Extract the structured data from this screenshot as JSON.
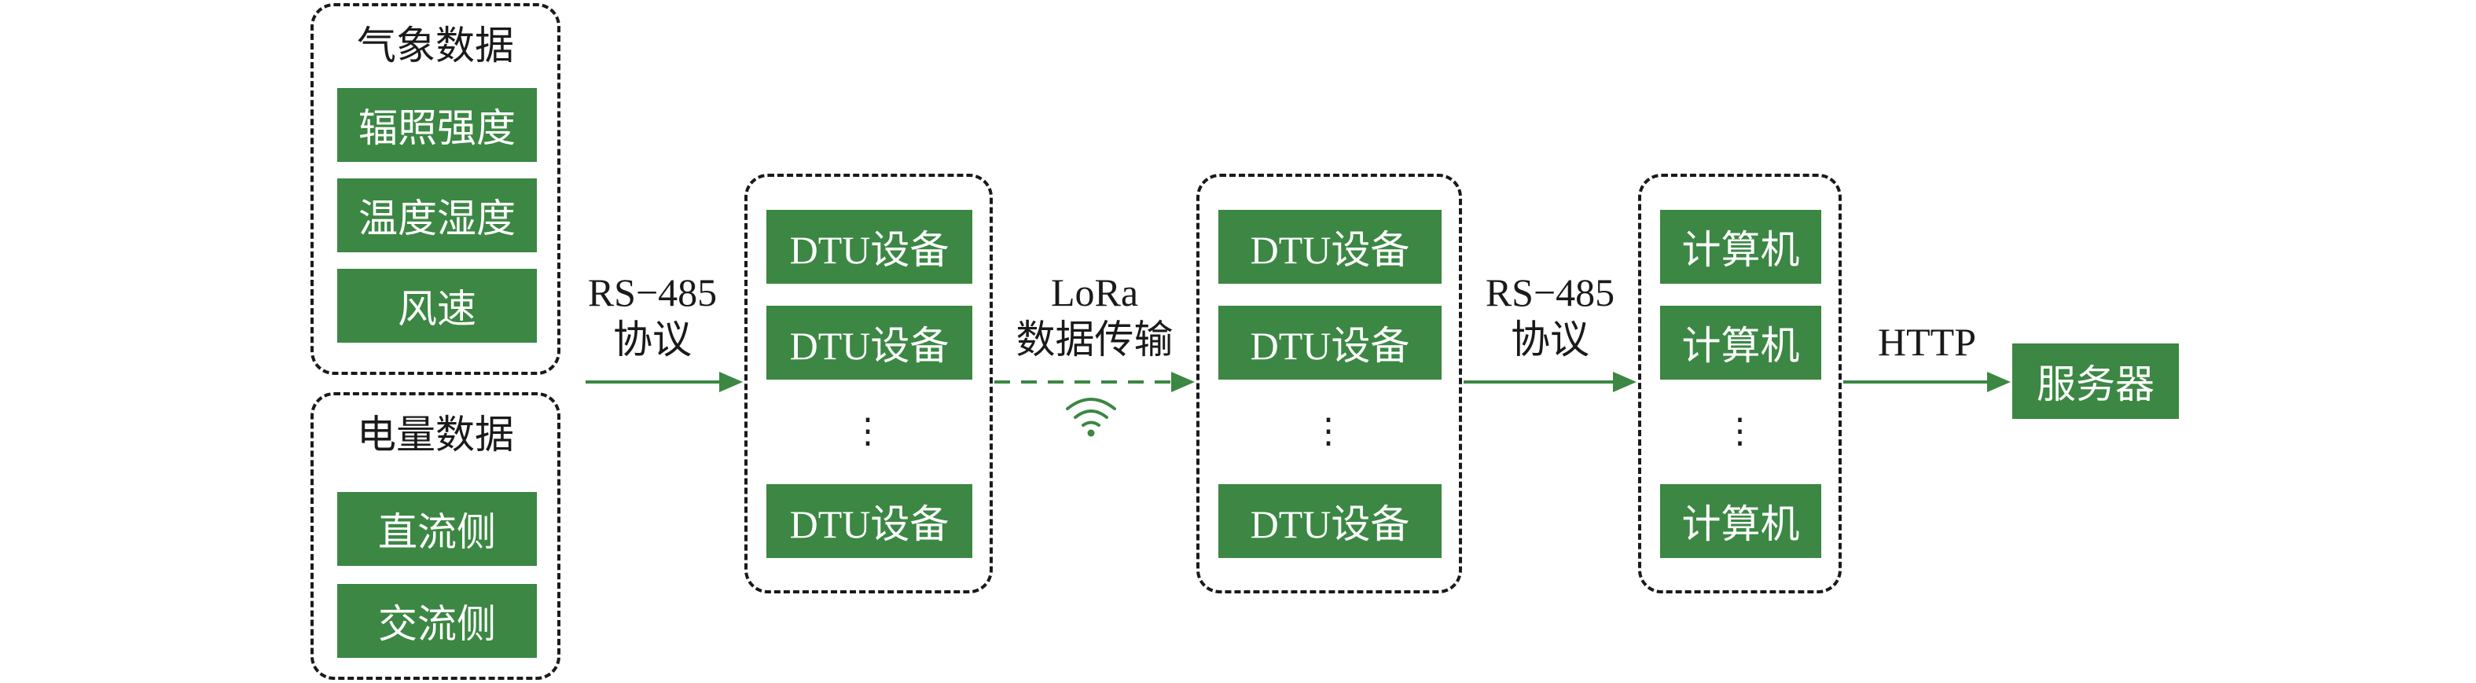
{
  "colors": {
    "accent_green": "#3b8743",
    "outline": "#1a1a1a"
  },
  "weather_group": {
    "title": "气象数据",
    "items": [
      "辐照强度",
      "温度湿度",
      "风速"
    ]
  },
  "power_group": {
    "title": "电量数据",
    "items": [
      "直流侧",
      "交流侧"
    ]
  },
  "link1": {
    "line1": "RS−485",
    "line2": "协议"
  },
  "dtu_group_a": {
    "items": [
      "DTU设备",
      "DTU设备",
      "DTU设备"
    ],
    "ellipsis": "⋮"
  },
  "link2": {
    "line1": "LoRa",
    "line2": "数据传输",
    "icon": "wifi-icon"
  },
  "dtu_group_b": {
    "items": [
      "DTU设备",
      "DTU设备",
      "DTU设备"
    ],
    "ellipsis": "⋮"
  },
  "link3": {
    "line1": "RS−485",
    "line2": "协议"
  },
  "computer_group": {
    "items": [
      "计算机",
      "计算机",
      "计算机"
    ],
    "ellipsis": "⋮"
  },
  "link4": {
    "line1": "HTTP"
  },
  "server": {
    "label": "服务器"
  }
}
